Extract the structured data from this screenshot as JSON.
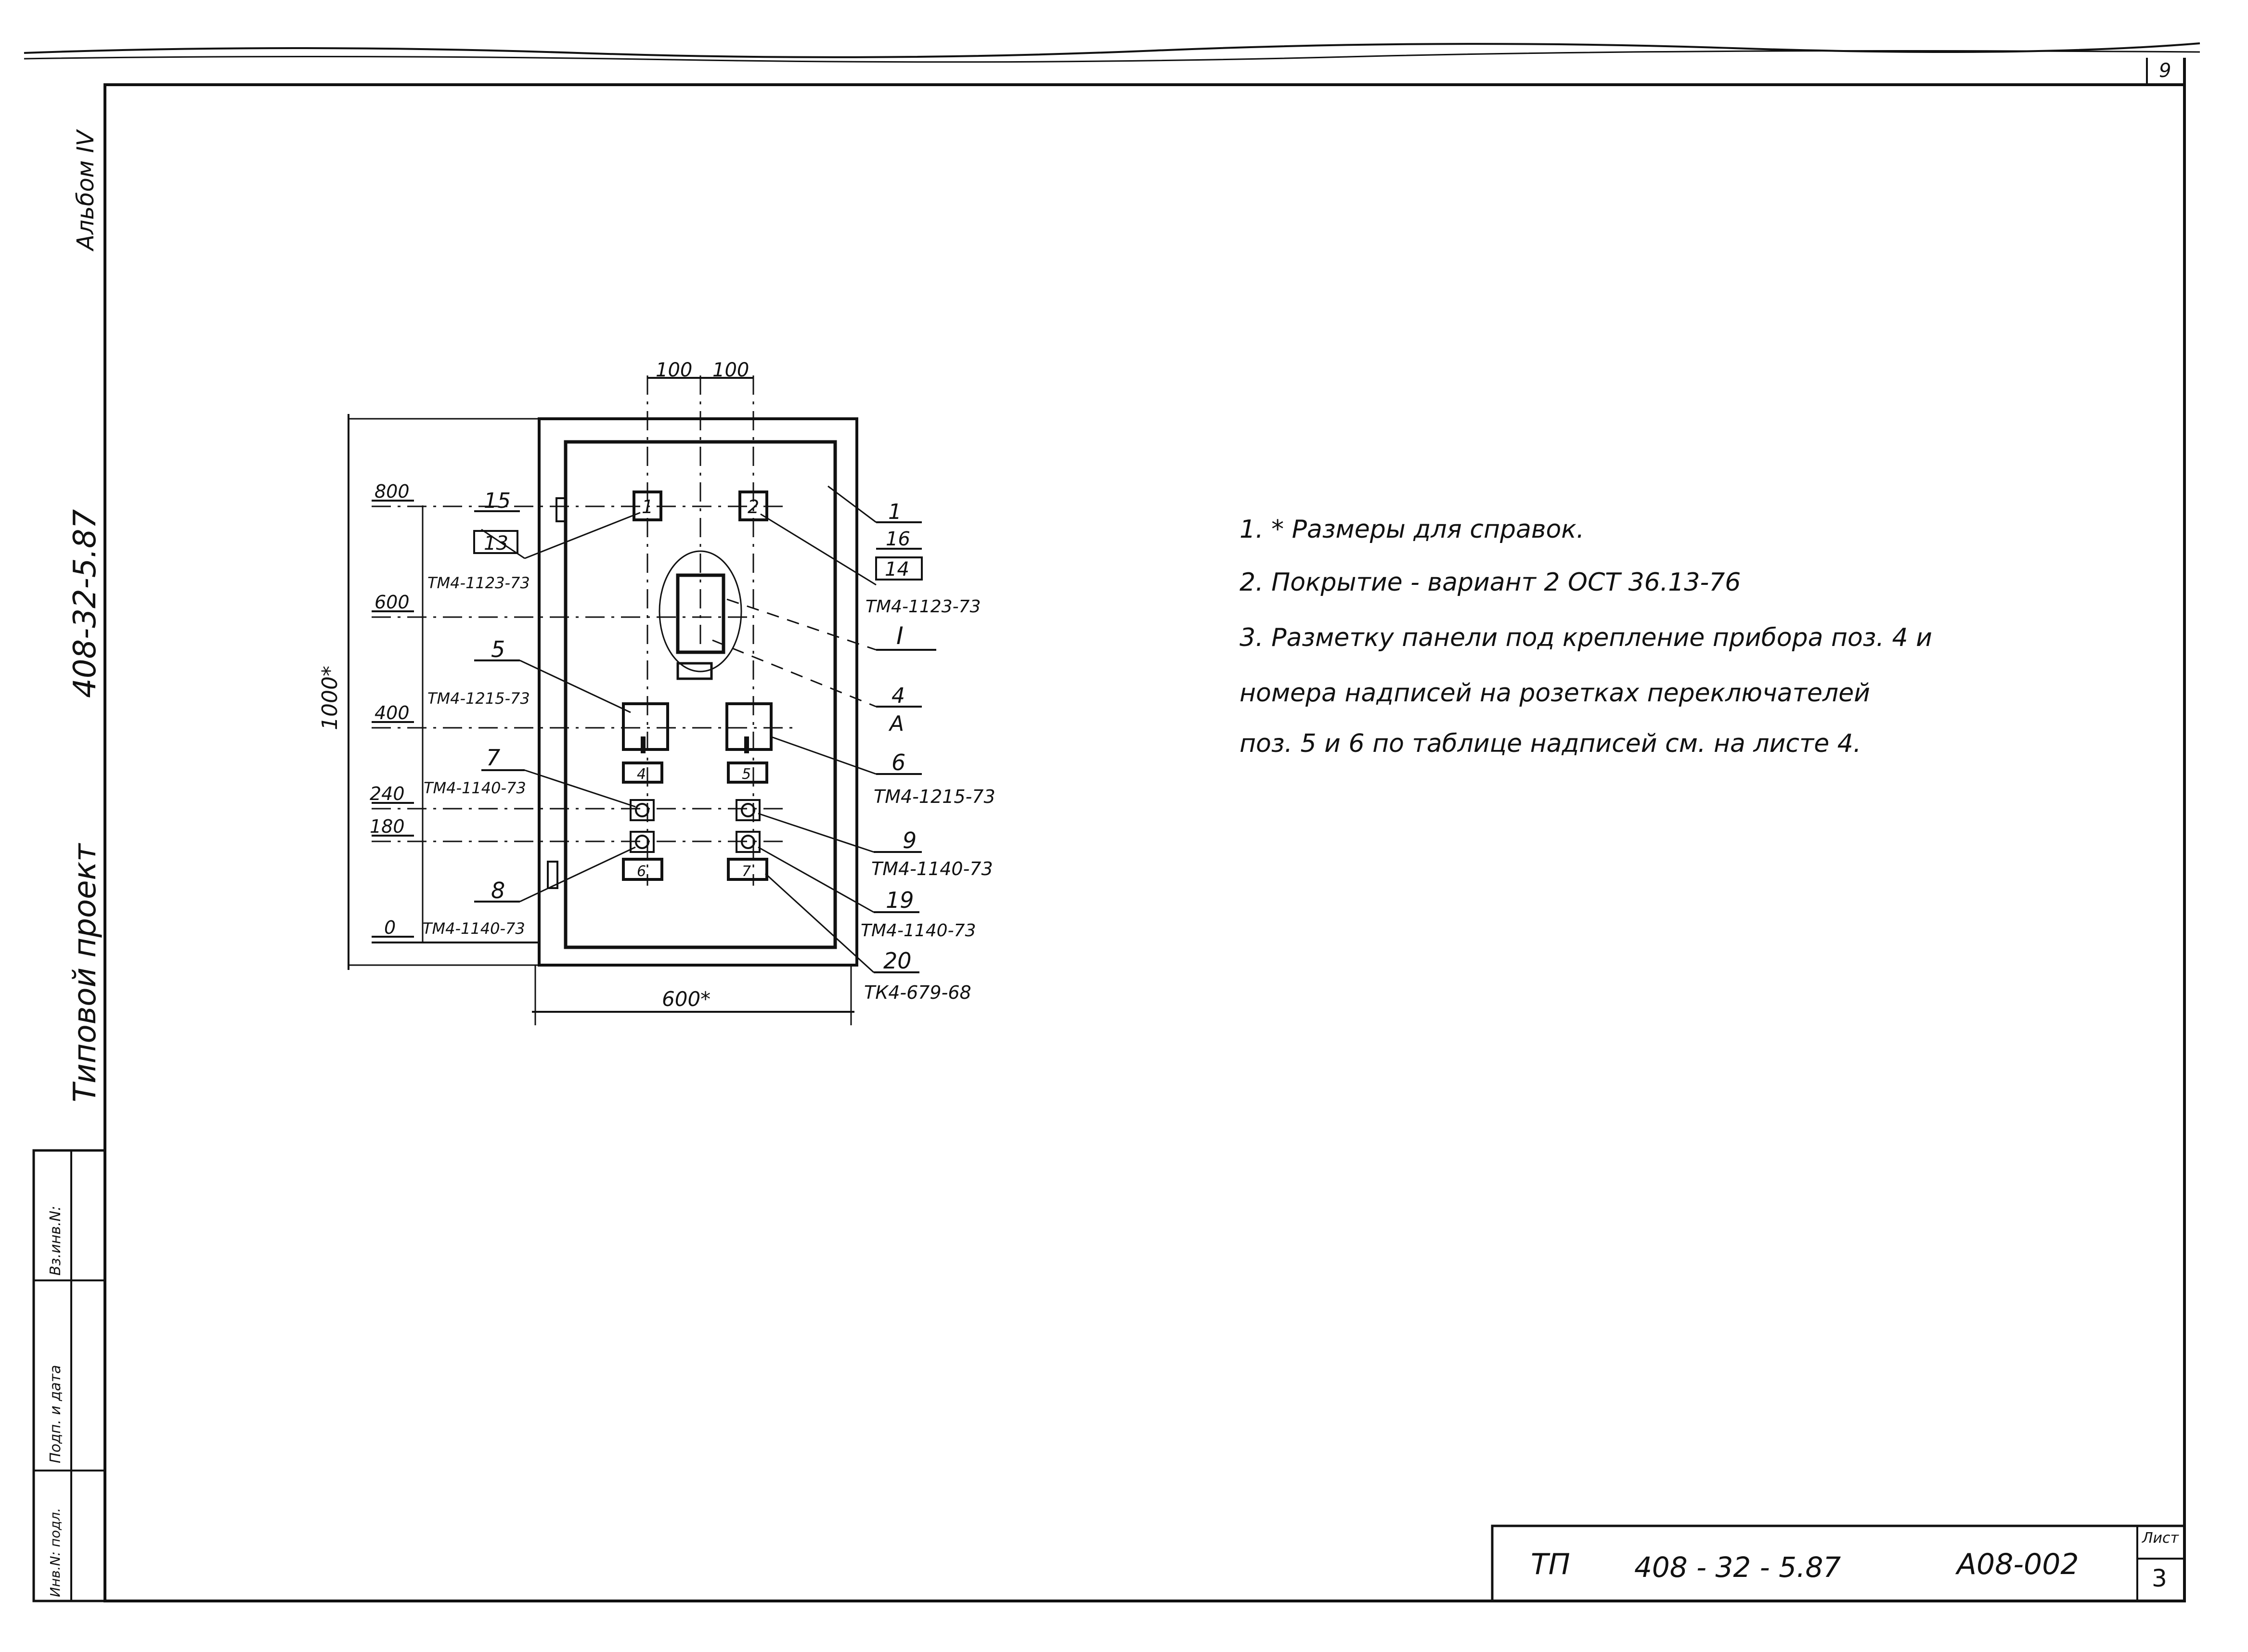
{
  "sheet": {
    "album": "Альбом IV",
    "project_code_vertical": "408-32-5.87",
    "project_type": "Типовой проект",
    "corner_mark": "9"
  },
  "side_stamp": {
    "cells": [
      "Вз.инв.N:",
      "Подп. и дата",
      "Инв.N: подл."
    ]
  },
  "drawing": {
    "dims": {
      "top_left": "100",
      "top_right": "100",
      "height": "1000*",
      "width": "600*"
    },
    "levels": [
      "800",
      "600",
      "400",
      "240",
      "180",
      "0"
    ],
    "left_callouts": [
      {
        "pos": "15",
        "sub": "13",
        "code": "ТМ4-1123-73"
      },
      {
        "pos": "5",
        "code": "ТМ4-1215-73"
      },
      {
        "pos": "7",
        "code": "ТМ4-1140-73"
      },
      {
        "pos": "8",
        "code": "ТМ4-1140-73"
      }
    ],
    "right_callouts": [
      {
        "pos": "1",
        "sub": "16",
        "sub2": "14",
        "code": "ТМ4-1123-73",
        "view": "I"
      },
      {
        "pos": "4",
        "sub": "A"
      },
      {
        "pos": "6",
        "code": "ТМ4-1215-73"
      },
      {
        "pos": "9",
        "code": "ТМ4-1140-73"
      },
      {
        "pos": "19",
        "code": "ТМ4-1140-73"
      },
      {
        "pos": "20",
        "code": "ТК4-679-68"
      }
    ],
    "box_labels": [
      "1",
      "2",
      "4",
      "5",
      "6",
      "7"
    ]
  },
  "notes": [
    "1. * Размеры для справок.",
    "2. Покрытие - вариант 2 ОСТ 36.13-76",
    "3. Разметку панели под крепление прибора поз. 4 и",
    "номера надписей на розетках переключателей",
    "поз. 5 и 6 по таблице надписей см. на листе 4."
  ],
  "title_block": {
    "prefix": "ТП",
    "code": "408 - 32 - 5.87",
    "doc": "А08-002",
    "sheet_label": "Лист",
    "sheet_no": "3"
  }
}
